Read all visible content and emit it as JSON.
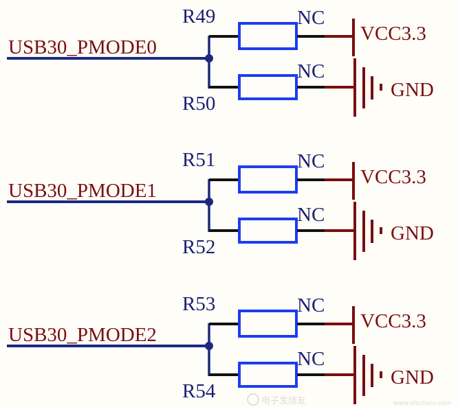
{
  "colors": {
    "net_wire": "#1b2a80",
    "resistor": "#1e3cf0",
    "wire": "#111111",
    "power": "#7a0e0e",
    "ref_text": "#1b1f73",
    "net_text": "#7a0e0e",
    "background": "#fffdf8"
  },
  "blocks": [
    {
      "net": "USB30_PMODE0",
      "r_top": "R49",
      "r_top_value": "NC",
      "top_power": "VCC3.3",
      "r_bot": "R50",
      "r_bot_value": "NC",
      "bot_power": "GND"
    },
    {
      "net": "USB30_PMODE1",
      "r_top": "R51",
      "r_top_value": "NC",
      "top_power": "VCC3.3",
      "r_bot": "R52",
      "r_bot_value": "NC",
      "bot_power": "GND"
    },
    {
      "net": "USB30_PMODE2",
      "r_top": "R53",
      "r_top_value": "NC",
      "top_power": "VCC3.3",
      "r_bot": "R54",
      "r_bot_value": "NC",
      "bot_power": "GND"
    }
  ],
  "watermark": {
    "logo_text": "电子发烧友",
    "url": "www.elecfans.com"
  }
}
